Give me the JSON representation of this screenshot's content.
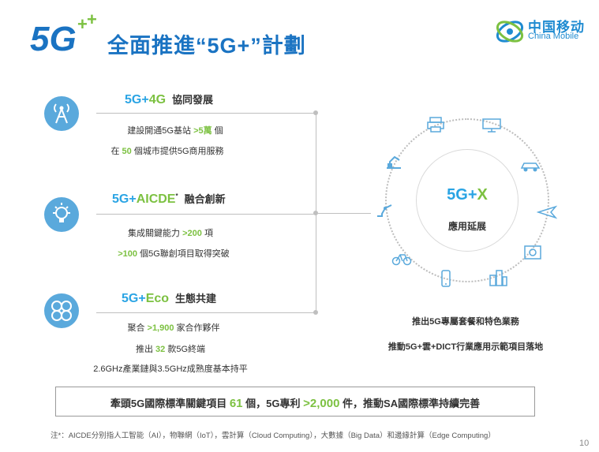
{
  "header": {
    "title": "全面推進“5G+”計劃",
    "logo_text": "5G",
    "brand_cn": "中国移动",
    "brand_en": "China Mobile"
  },
  "sections": [
    {
      "head_a": "5G+",
      "head_b": "4G",
      "head_name": "協同發展",
      "icon": "antenna-icon",
      "line1_pre": "建設開通5G基站",
      "line1_num": ">5萬",
      "line1_post": "個",
      "line2_pre": "在",
      "line2_num": "50",
      "line2_post": "個城市提供5G商用服務"
    },
    {
      "head_a": "5G+",
      "head_b": "AICDE",
      "head_sup": "*",
      "head_name": "融合創新",
      "icon": "lightbulb-icon",
      "line1_pre": "集成關鍵能力",
      "line1_num": ">200",
      "line1_post": "項",
      "line2_pre": "",
      "line2_num": ">100",
      "line2_post": "個5G聯創項目取得突破"
    },
    {
      "head_a": "5G+",
      "head_b": "Eco",
      "head_name": "生態共建",
      "icon": "network-icon",
      "line1_pre": "聚合",
      "line1_num": ">1,900",
      "line1_post": "家合作夥伴",
      "line2_pre": "推出",
      "line2_num": "32",
      "line2_post": "款5G終端",
      "line3": "2.6GHz產業鏈與3.5GHz成熟度基本持平"
    }
  ],
  "ecosystem": {
    "center_a": "5G+",
    "center_b": "X",
    "center_sub": "應用延展",
    "icons": [
      "printer-icon",
      "monitor-icon",
      "car-icon",
      "plane-icon",
      "drone-icon",
      "building-icon",
      "phone-icon",
      "bicycle-icon",
      "robot-arm-icon",
      "factory-robot-icon"
    ]
  },
  "right_text": {
    "line1": "推出5G專屬套餐和特色業務",
    "line2": "推動5G+雲+DICT行業應用示範項目落地"
  },
  "bottom": {
    "pre": "牽頭5G國際標準關鍵項目",
    "num1": "61",
    "mid": "個，5G專利",
    "num2": ">2,000",
    "post": "件，推動SA國際標準持續完善"
  },
  "footnote": "注*：AICDE分别指人工智能（AI），物聯網（IoT），雲計算（Cloud Computing），大數據（Big Data）和邊緣計算（Edge Computing）",
  "page_number": "10",
  "colors": {
    "accent_blue": "#2aa4e4",
    "accent_green": "#7cc141",
    "title_blue": "#1a73c2",
    "icon_bg": "#5aa9dc"
  }
}
